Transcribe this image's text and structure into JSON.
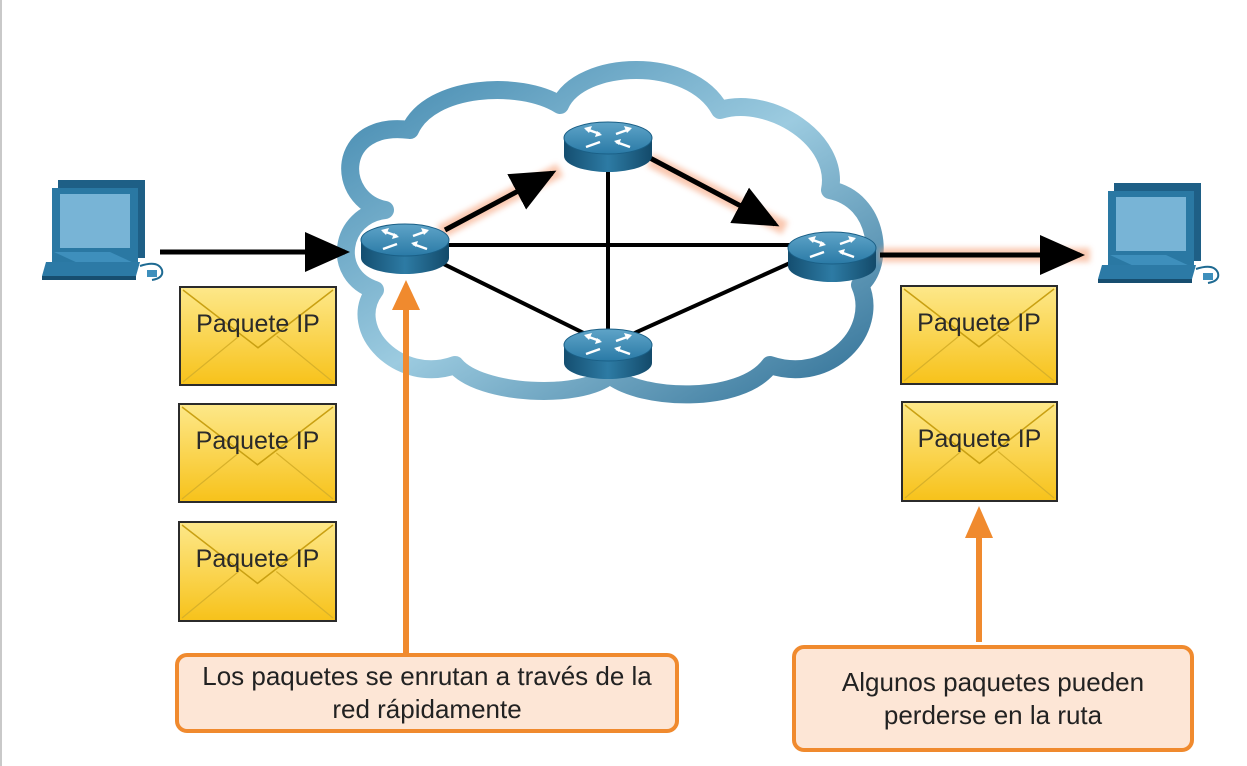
{
  "packet_label": "Paquete IP",
  "packets_left": [
    "Paquete IP",
    "Paquete IP",
    "Paquete IP"
  ],
  "packets_right": [
    "Paquete IP",
    "Paquete IP"
  ],
  "callouts": {
    "left": "Los paquetes se enrutan a través de la red rápidamente",
    "right": "Algunos paquetes pueden perderse en la ruta"
  },
  "colors": {
    "cloud": "#5e9ec2",
    "router": "#1e6a92",
    "computer": "#3c8ab4",
    "envelope": "#fbd23b",
    "callout_border": "#f08a2e",
    "callout_fill": "#fde6d6",
    "arrow": "#000000"
  },
  "icons": [
    "computer-icon",
    "router-icon",
    "cloud-icon",
    "envelope-icon"
  ]
}
